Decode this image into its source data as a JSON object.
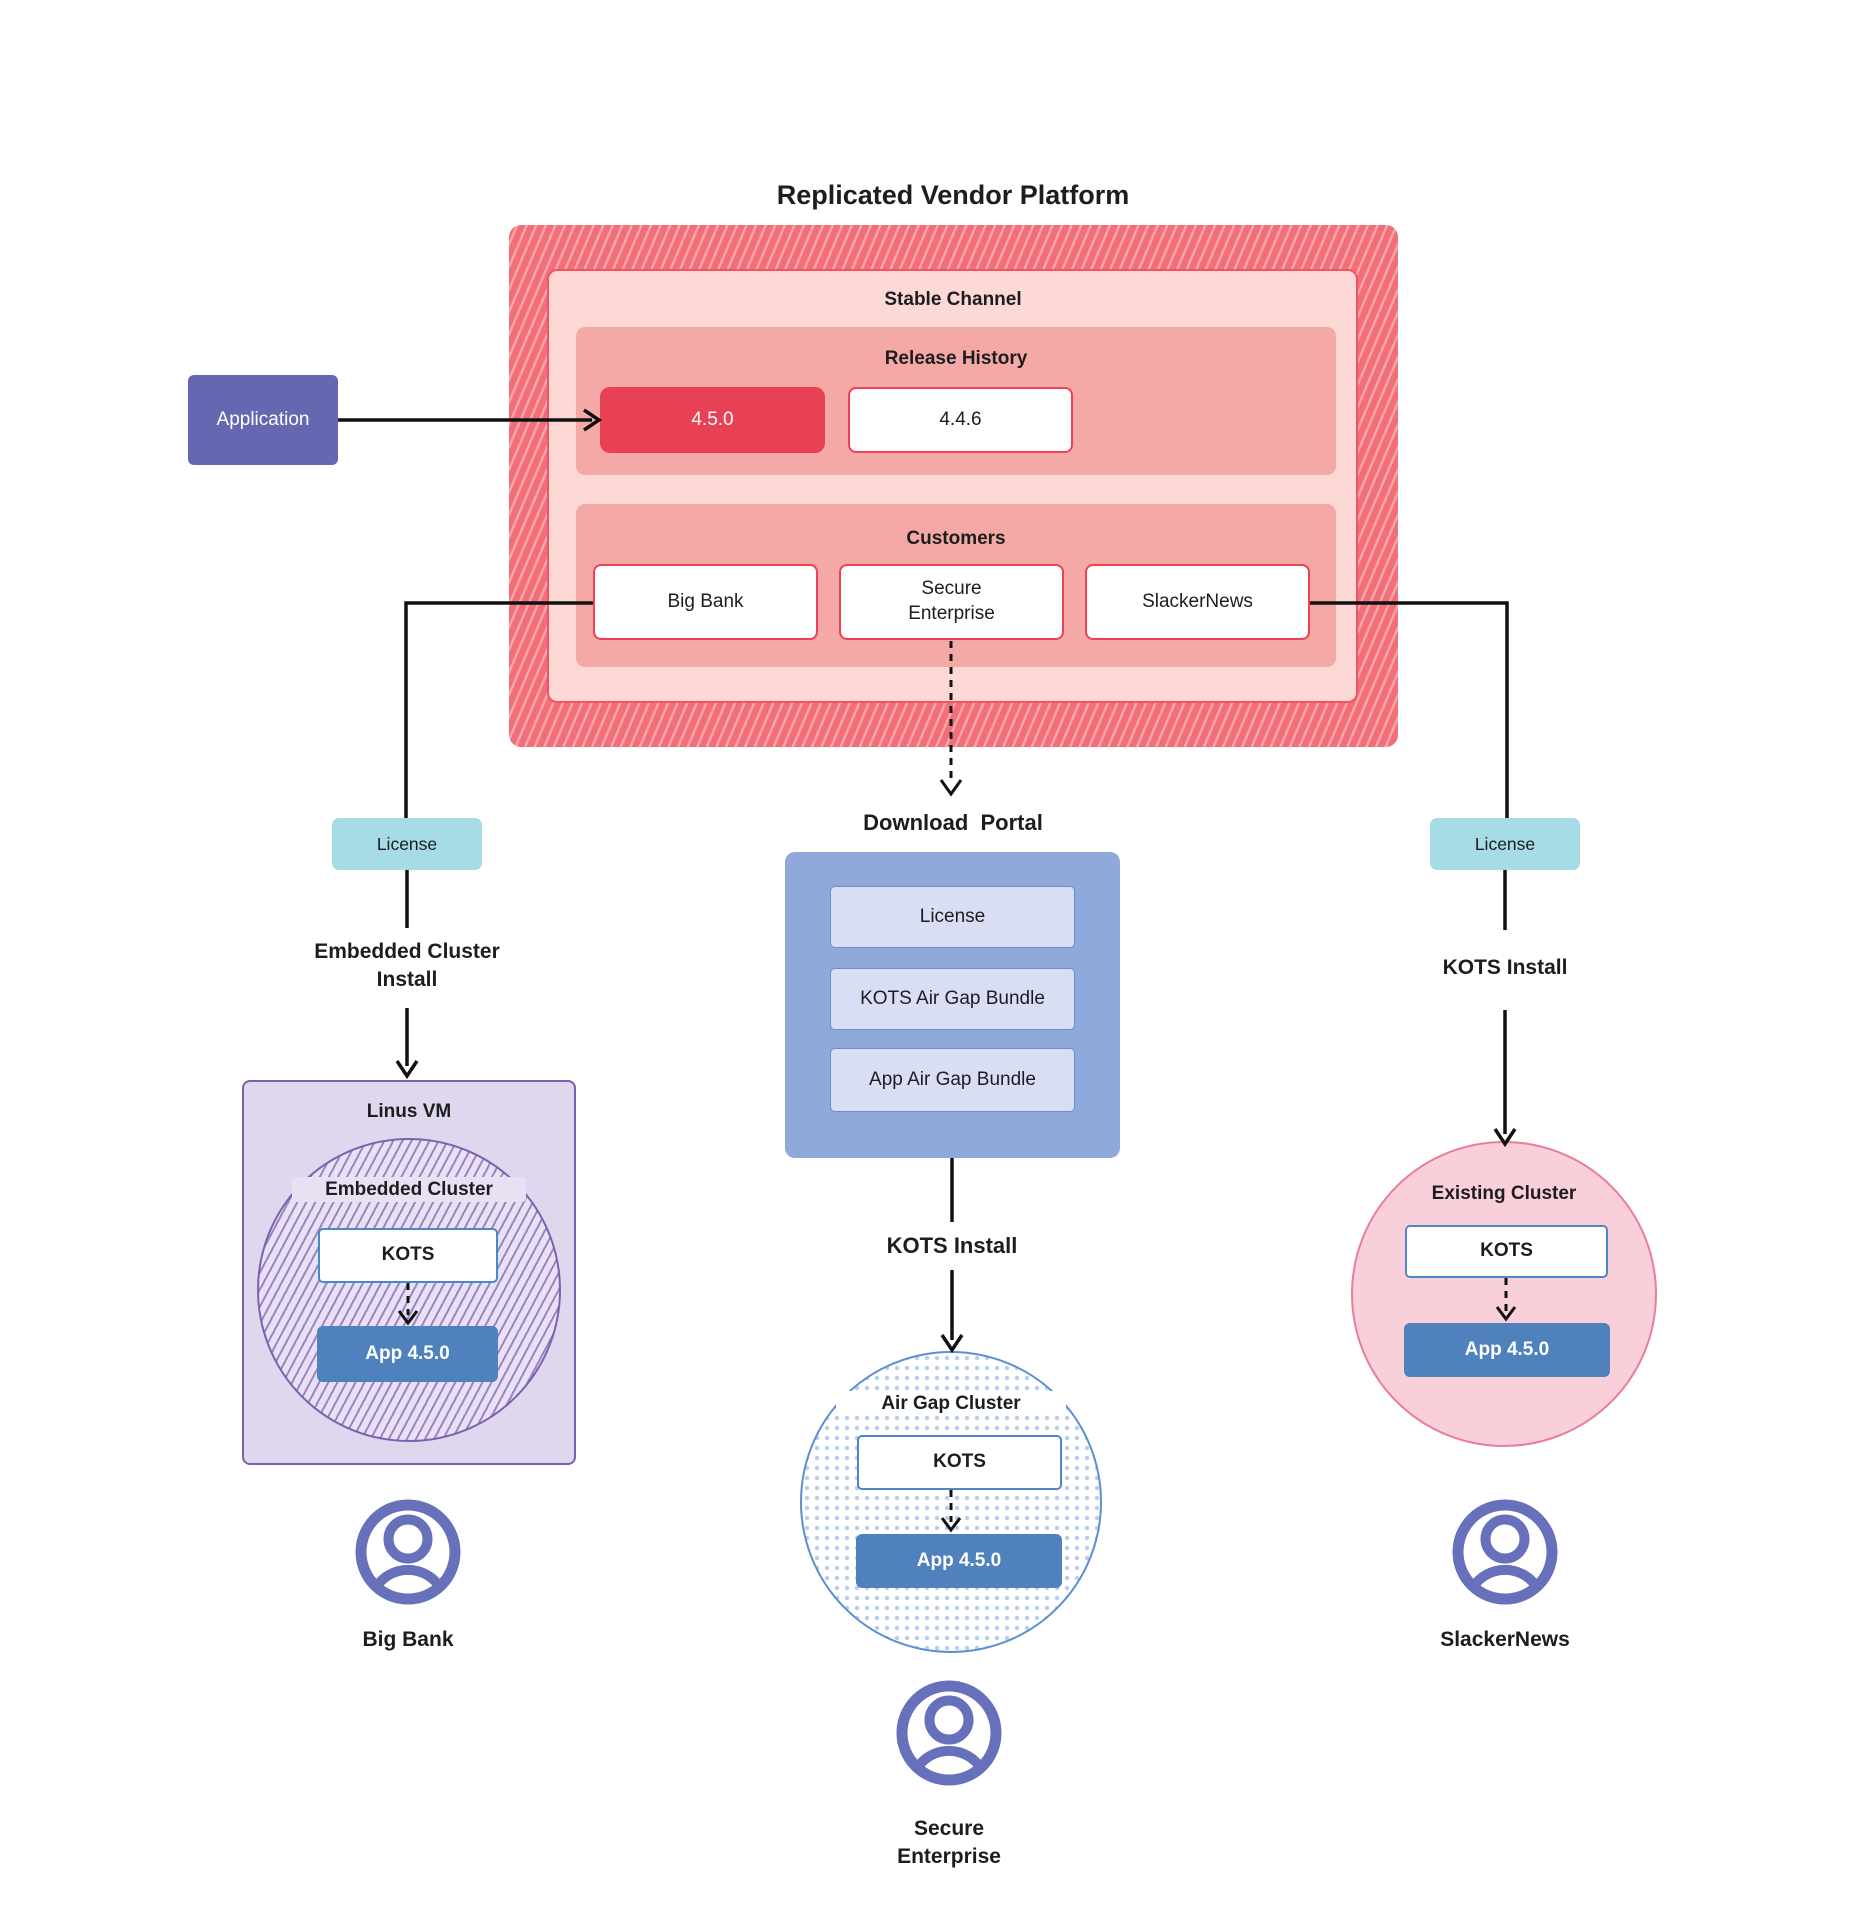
{
  "title": "Replicated Vendor Platform",
  "colors": {
    "hatch_red_dark": "#f26e78",
    "hatch_red_light": "#f7a6ab",
    "stable_fill": "#fcd9d5",
    "stable_border": "#ef5465",
    "panel_fill": "#f5a9a6",
    "release_active_fill": "#e84155",
    "white_box_border": "#ee4157",
    "application_fill": "#6568b1",
    "license_fill": "#a5dce6",
    "vm_fill": "#ded7ee",
    "purple_border": "#7b5fad",
    "hatch_purple": "#9d83c6",
    "portal_fill": "#8fa9da",
    "portal_item_fill": "#d9def4",
    "portal_item_border": "#6b8ece",
    "kots_border": "#4d87c8",
    "app_blue_fill": "#4f81bd",
    "airgap_dot": "#b8cfec",
    "airgap_border": "#5b8fd0",
    "existing_fill": "#f9cfda",
    "existing_border": "#ec7c9b",
    "user_icon": "#6770ba",
    "line": "#111111"
  },
  "platform": {
    "stable_label": "Stable Channel",
    "release": {
      "label": "Release History",
      "items": [
        "4.5.0",
        "4.4.6"
      ]
    },
    "customers": {
      "label": "Customers",
      "items": [
        "Big Bank",
        "Secure\nEnterprise",
        "SlackerNews"
      ]
    }
  },
  "application": "Application",
  "left": {
    "license": "License",
    "install": "Embedded Cluster\nInstall",
    "vm": "Linus VM",
    "cluster": "Embedded Cluster",
    "kots": "KOTS",
    "app": "App 4.5.0",
    "user": "Big Bank"
  },
  "center": {
    "portal_title": "Download  Portal",
    "portal_items": [
      "License",
      "KOTS Air Gap Bundle",
      "App Air Gap Bundle"
    ],
    "install": "KOTS Install",
    "cluster": "Air Gap Cluster",
    "kots": "KOTS",
    "app": "App 4.5.0",
    "user": "Secure\nEnterprise"
  },
  "right": {
    "license": "License",
    "install": "KOTS Install",
    "cluster": "Existing Cluster",
    "kots": "KOTS",
    "app": "App 4.5.0",
    "user": "SlackerNews"
  }
}
